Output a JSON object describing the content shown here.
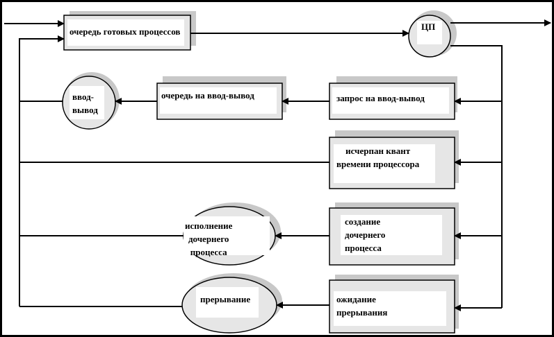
{
  "nodes": {
    "ready_queue": "очередь готовых процессов",
    "cpu": "ЦП",
    "io": "ввод-\nвывод",
    "io_queue": "очередь на ввод-вывод",
    "io_request": "запрос на ввод-вывод",
    "quantum_expired": "исчерпан квант\nвремени процессора",
    "create_child": "создание\nдочернего\nпроцесса",
    "exec_child": "исполнение\nдочернего\nпроцесса",
    "wait_interrupt": "ожидание\nпрерывания",
    "interrupt": "прерывание"
  },
  "colors": {
    "line": "#000000",
    "shadow": "#c8c8c8",
    "node_fill": "#e6e6e6",
    "inner_fill": "#ffffff"
  }
}
